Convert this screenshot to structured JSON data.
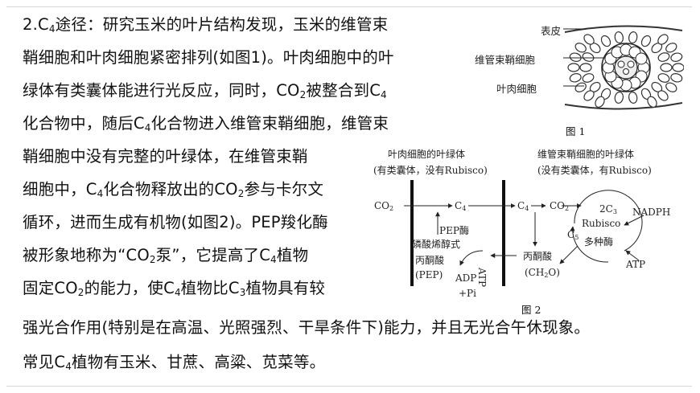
{
  "paragraph": {
    "line1": [
      "2.C",
      "4",
      "途径：研究玉米的叶片结构发现，玉米的维管束"
    ],
    "line2": "鞘细胞和叶肉细胞紧密排列(如图1)。叶肉细胞中的叶",
    "line3": [
      "绿体有类囊体能进行光反应，同时，CO",
      "2",
      "被整合到C",
      "4"
    ],
    "line4": [
      "化合物中，随后C",
      "4",
      "化合物进入维管束鞘细胞，维管束"
    ],
    "line5": "鞘细胞中没有完整的叶绿体，在维管束鞘",
    "line6": [
      "细胞中，C",
      "4",
      "化合物释放出的CO",
      "2",
      "参与卡尔文"
    ],
    "line7": "循环，进而生成有机物(如图2)。PEP羧化酶",
    "line8": [
      "被形象地称为“CO",
      "2",
      "泵”，它提高了C",
      "4",
      "植物"
    ],
    "line9": [
      "固定CO",
      "2",
      "的能力，使C",
      "4",
      "植物比C",
      "3",
      "植物具有较"
    ],
    "line10": "强光合作用(特别是在高温、光照强烈、干旱条件下)能力，并且无光合午休现象。",
    "line11": [
      "常见C",
      "4",
      "植物有玉米、甘蔗、高粱、苋菜等。"
    ]
  },
  "figure1": {
    "label_epidermis": "表皮",
    "label_sheath": "维管束鞘细胞",
    "label_mesophyll": "叶肉细胞",
    "caption": "图 1"
  },
  "figure2": {
    "left_title": "叶肉细胞的叶绿体",
    "left_subtitle": "(有类囊体，没有Rubisco)",
    "right_title": "维管束鞘细胞的叶绿体",
    "right_subtitle": "(没有类囊体，有Rubisco)",
    "co2_in": [
      "CO",
      "2"
    ],
    "c4_left": [
      "C",
      "4"
    ],
    "c4_right": [
      "C",
      "4"
    ],
    "co2_right": [
      "CO",
      "2"
    ],
    "c3": [
      "2C",
      "3"
    ],
    "c5": [
      "C",
      "5"
    ],
    "pep_enzyme": "PEP酶",
    "pep_name_1": "磷酸烯醇式",
    "pep_name_2": "丙酮酸",
    "pep_abbr": "(PEP)",
    "adp": "ADP",
    "pi": "+Pi",
    "atp_vertical": "ATP",
    "pyruvate": "丙酮酸",
    "ch2o": [
      "(CH",
      "2",
      "O)"
    ],
    "rubisco": "Rubisco",
    "multi_enzyme": "多种酶",
    "nadph": "NADPH",
    "atp_right": "ATP",
    "caption": "图 2"
  }
}
